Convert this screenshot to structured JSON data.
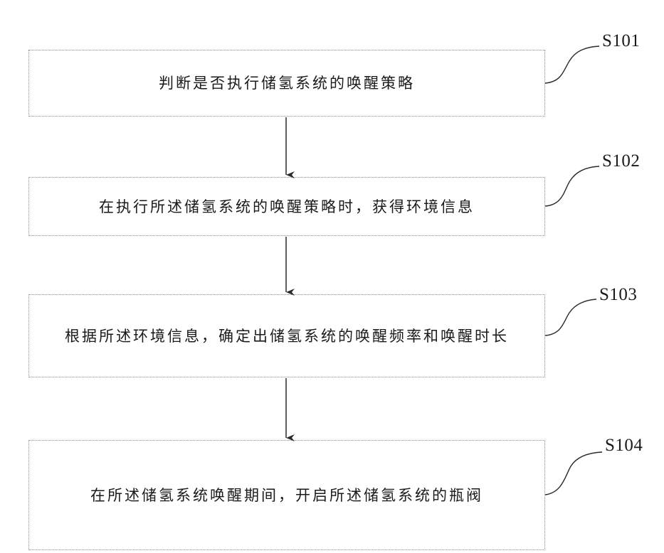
{
  "steps": [
    {
      "id": "S101",
      "text": "判断是否执行储氢系统的唤醒策略"
    },
    {
      "id": "S102",
      "text": "在执行所述储氢系统的唤醒策略时，获得环境信息"
    },
    {
      "id": "S103",
      "text": "根据所述环境信息，确定出储氢系统的唤醒频率和唤醒时长"
    },
    {
      "id": "S104",
      "text": "在所述储氢系统唤醒期间，开启所述储氢系统的瓶阀"
    }
  ]
}
